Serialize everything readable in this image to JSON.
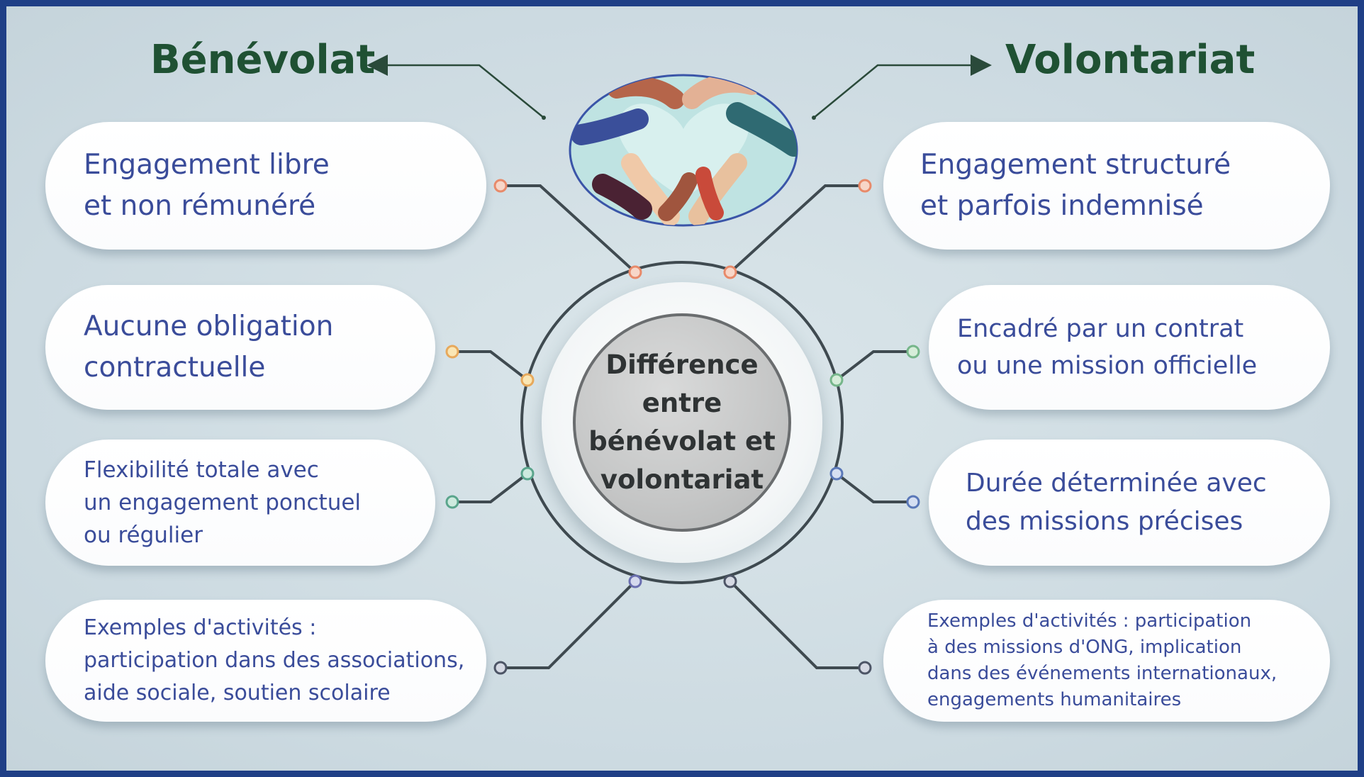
{
  "left_title": "Bénévolat",
  "right_title": "Volontariat",
  "center_label": "Différence\nentre\nbénévolat et\nvolontariat",
  "left_items": [
    "Engagement libre\net non rémunéré",
    "Aucune obligation\ncontractuelle",
    "Flexibilité totale avec\nun engagement ponctuel\nou régulier",
    "Exemples d'activités :\nparticipation dans des associations,\naide sociale, soutien scolaire"
  ],
  "right_items": [
    "Engagement structuré\net parfois indemnisé",
    "Encadré par un contrat\nou une mission officielle",
    "Durée déterminée avec\ndes missions précises",
    "Exemples d'activités : participation\nà des missions d'ONG, implication\ndans des événements internationaux,\nengagements humanitaires"
  ],
  "colors": {
    "frame": "#1f3f86",
    "title": "#1f5133",
    "item_text": "#3a4c9a",
    "connector_orange": "#e88a6a",
    "connector_green": "#76b68a",
    "connector_blue": "#5a78b8"
  },
  "image": {
    "icon": "hands-heart-icon"
  }
}
